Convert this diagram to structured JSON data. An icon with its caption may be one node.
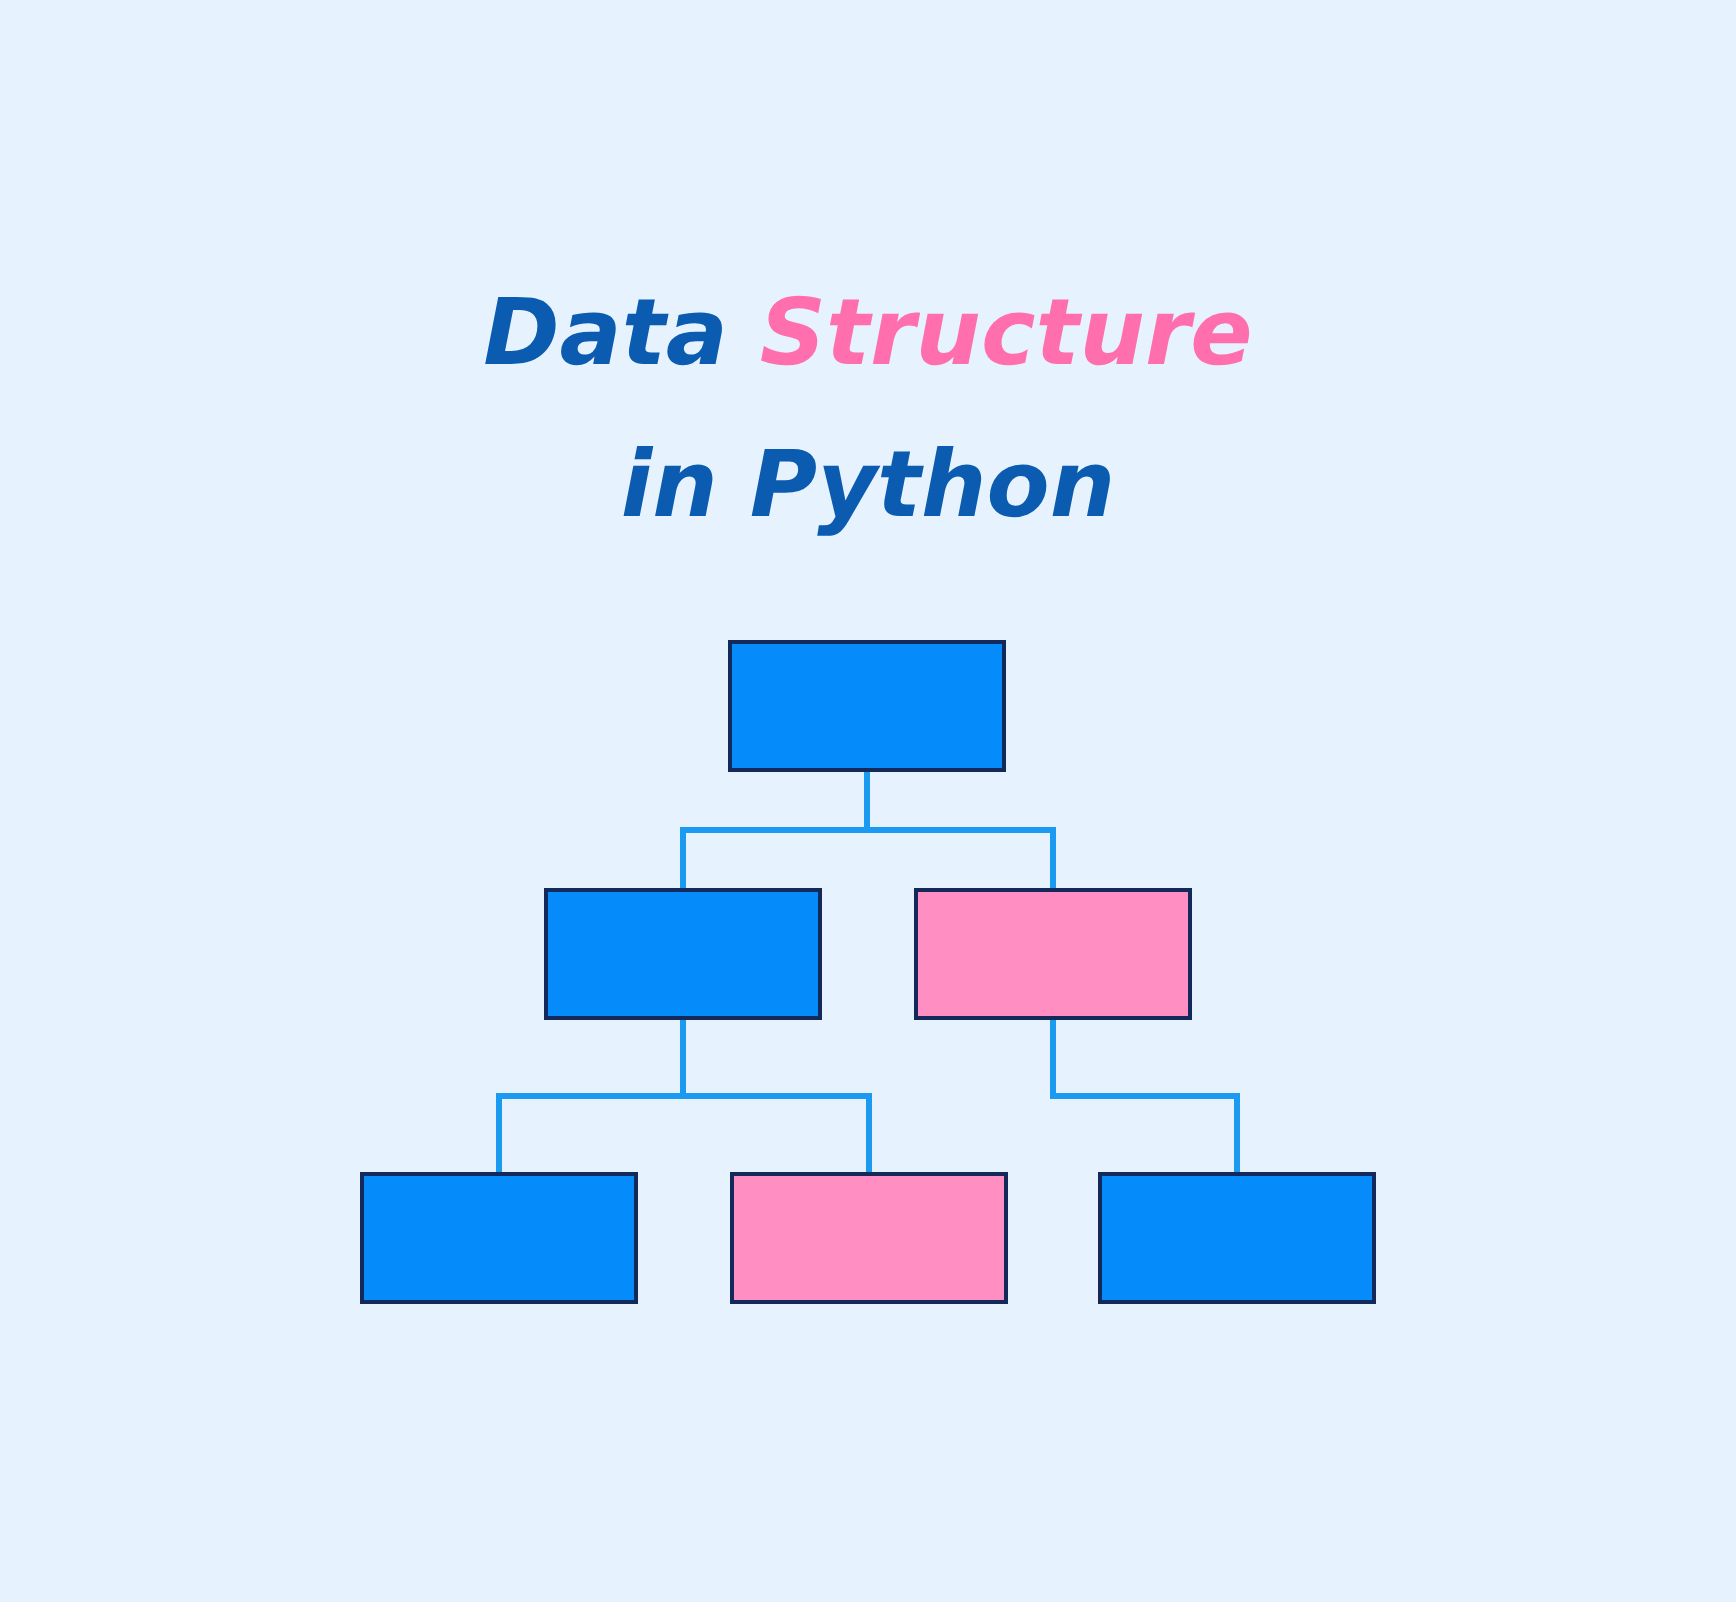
{
  "diagram": {
    "title": "Data **Structure** in Python",
    "nodes": [
      {
        "text": [],
        "shape": "box"
      },
      {
        "text": [],
        "shape": "box"
      },
      {
        "text": [],
        "shape": "box"
      },
      {
        "text": [],
        "shape": "box"
      },
      {
        "text": [],
        "shape": "box"
      },
      {
        "text": [],
        "shape": "box"
      }
    ],
    "edges": [
      {
        "from": 0,
        "to": 1,
        "arrow": "none"
      },
      {
        "from": 0,
        "to": 2,
        "arrow": "none"
      },
      {
        "from": 1,
        "to": 3,
        "arrow": "none"
      },
      {
        "from": 1,
        "to": 4,
        "arrow": "none"
      },
      {
        "from": 2,
        "to": 5,
        "arrow": "none"
      }
    ]
  }
}
